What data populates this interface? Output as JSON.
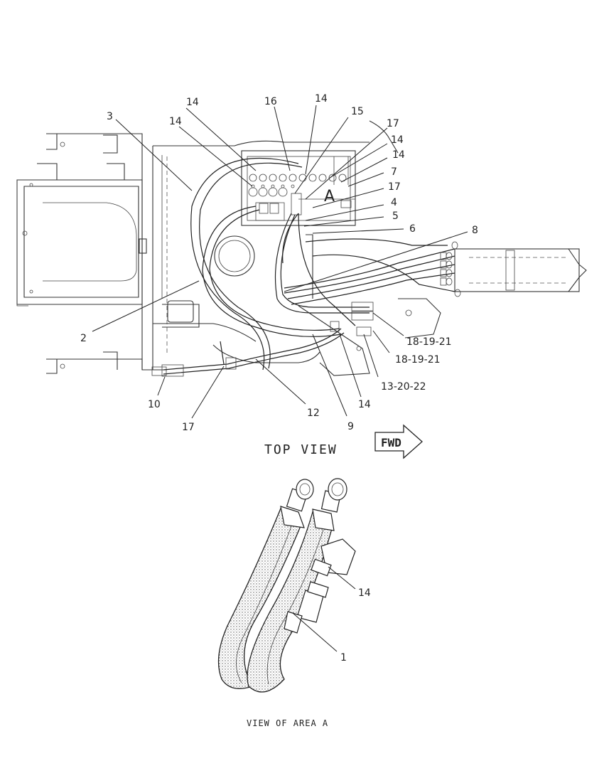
{
  "views": {
    "top_view_caption": "TOP VIEW",
    "area_view_caption": "VIEW OF AREA A",
    "fwd_label": "FWD",
    "area_marker": "A"
  },
  "callouts": {
    "c3": "3",
    "c14a": "14",
    "c14b": "14",
    "c16": "16",
    "c14c": "14",
    "c15": "15",
    "c17a": "17",
    "c14d": "14",
    "c14e": "14",
    "c7": "7",
    "c17b": "17",
    "c4": "4",
    "c5": "5",
    "c6": "6",
    "c8": "8",
    "c2": "2",
    "c18a": "18-19-21",
    "c18b": "18-19-21",
    "c13": "13-20-22",
    "c14f": "14",
    "c10": "10",
    "c12": "12",
    "c17c": "17",
    "c9": "9",
    "c14g": "14",
    "c1": "1"
  }
}
